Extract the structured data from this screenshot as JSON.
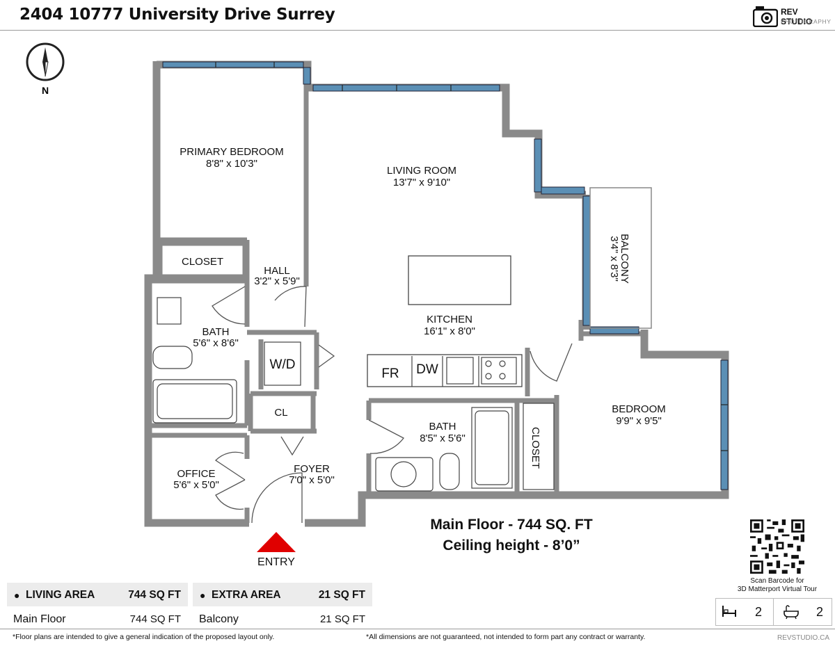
{
  "header": {
    "title": "2404 10777 University Drive Surrey",
    "logo_brand": "REV STUDIO",
    "logo_sub": "PHOTOGRAPHY"
  },
  "compass": {
    "label": "N"
  },
  "rooms": {
    "primary_bedroom": {
      "name": "PRIMARY BEDROOM",
      "dims": "8'8\" x 10'3\""
    },
    "living_room": {
      "name": "LIVING ROOM",
      "dims": "13'7\" x 9'10\""
    },
    "closet_primary": {
      "name": "CLOSET"
    },
    "hall": {
      "name": "HALL",
      "dims": "3'2\" x 5'9\""
    },
    "balcony": {
      "name": "BALCONY",
      "dims": "3'4\" x 8'3\""
    },
    "kitchen": {
      "name": "KITCHEN",
      "dims": "16'1\" x 8'0\""
    },
    "bath_1": {
      "name": "BATH",
      "dims": "5'6\" x 8'6\""
    },
    "wd": {
      "name": "W/D"
    },
    "fr": {
      "name": "FR"
    },
    "dw": {
      "name": "DW"
    },
    "cl": {
      "name": "CL"
    },
    "bath_2": {
      "name": "BATH",
      "dims": "8'5\" x 5'6\""
    },
    "closet_2": {
      "name": "CLOSET"
    },
    "bedroom": {
      "name": "BEDROOM",
      "dims": "9'9\" x 9'5\""
    },
    "office": {
      "name": "OFFICE",
      "dims": "5'6\" x 5'0\""
    },
    "foyer": {
      "name": "FOYER",
      "dims": "7'0\" x 5'0\""
    }
  },
  "entry_label": "ENTRY",
  "floor_info": {
    "line1": "Main Floor - 744 SQ. FT",
    "line2": "Ceiling height - 8’0”"
  },
  "living_area": {
    "header_label": "LIVING AREA",
    "header_value": "744 SQ FT",
    "row_label": "Main Floor",
    "row_value": "744 SQ FT"
  },
  "extra_area": {
    "header_label": "EXTRA AREA",
    "header_value": "21 SQ FT",
    "row_label": "Balcony",
    "row_value": "21 SQ FT"
  },
  "qr": {
    "caption_line1": "Scan Barcode for",
    "caption_line2": "3D Matterport Virtual Tour"
  },
  "counts": {
    "bedrooms": "2",
    "bathrooms": "2"
  },
  "footer": {
    "disclaimer_left": "*Floor plans are intended to give a general indication of the proposed layout only.",
    "disclaimer_right": "*All dimensions are not guaranteed, not intended to form part any contract or warranty.",
    "site": "REVSTUDIO.CA"
  },
  "colors": {
    "wall": "#8a8a8a",
    "window": "#5b8fb5",
    "entry_arrow": "#e00000"
  }
}
